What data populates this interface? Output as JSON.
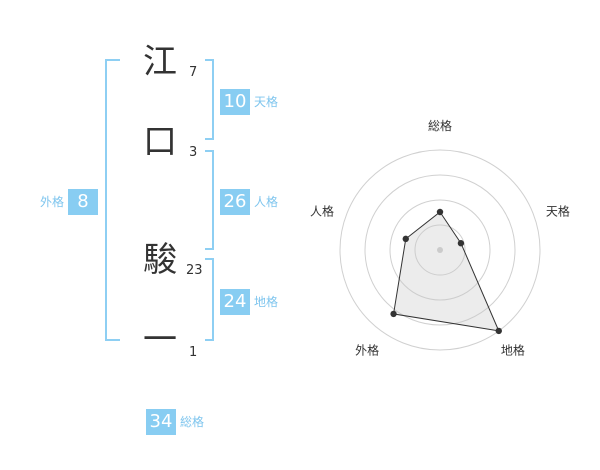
{
  "name": {
    "characters": [
      {
        "char": "江",
        "strokes": "7"
      },
      {
        "char": "口",
        "strokes": "3"
      },
      {
        "char": "駿",
        "strokes": "23"
      },
      {
        "char": "一",
        "strokes": "1"
      }
    ]
  },
  "fortunes": {
    "tenkaku": {
      "value": "10",
      "label": "天格"
    },
    "jinkaku": {
      "value": "26",
      "label": "人格"
    },
    "chikaku": {
      "value": "24",
      "label": "地格"
    },
    "gaikaku": {
      "value": "8",
      "label": "外格"
    },
    "soukaku": {
      "value": "34",
      "label": "総格"
    }
  },
  "colors": {
    "accent": "#88cdf2",
    "label": "#7ec5ee",
    "bracket": "#8ecff3",
    "text": "#333333"
  },
  "chart_data": {
    "type": "radar",
    "axes": [
      "総格",
      "天格",
      "地格",
      "外格",
      "人格"
    ],
    "values": [
      0.38,
      0.22,
      1.0,
      0.79,
      0.36
    ],
    "rings": 4,
    "max": 1
  }
}
